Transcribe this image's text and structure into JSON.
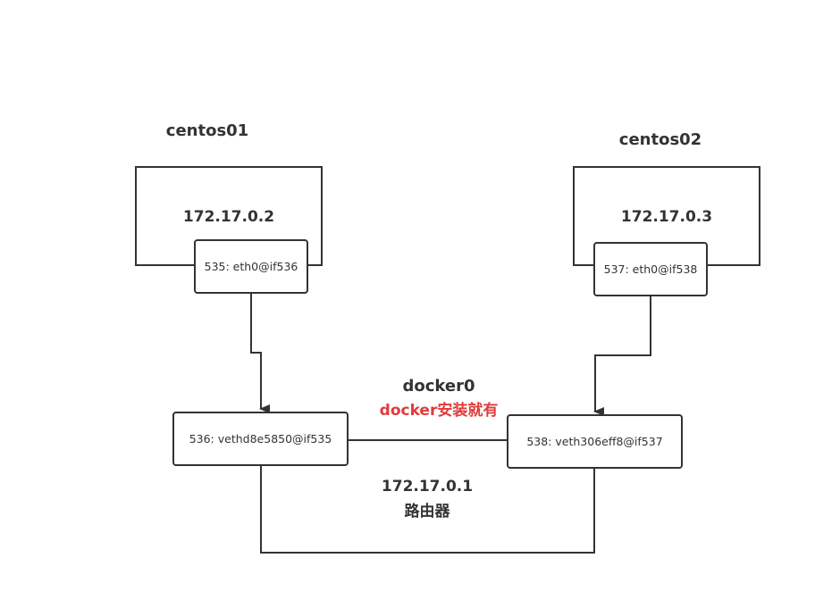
{
  "containers": [
    {
      "name": "centos01",
      "ip": "172.17.0.2",
      "interface": "535: eth0@if536"
    },
    {
      "name": "centos02",
      "ip": "172.17.0.3",
      "interface": "537: eth0@if538"
    }
  ],
  "bridge": {
    "name": "docker0",
    "note": "docker安装就有",
    "ip": "172.17.0.1",
    "role": "路由器",
    "veth_left": "536: vethd8e5850@if535",
    "veth_right": "538: veth306eff8@if537"
  },
  "colors": {
    "stroke": "#333333",
    "note": "#e23a3a"
  }
}
